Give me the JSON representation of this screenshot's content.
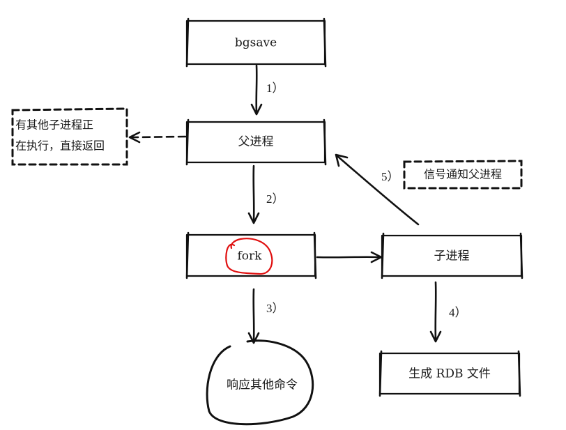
{
  "nodes": {
    "bgsave": "bgsave",
    "parent_process": "父进程",
    "fork": "fork",
    "child_process": "子进程",
    "generate_rdb": "生成 RDB 文件",
    "respond_other_commands": "响应其他命令"
  },
  "notes": {
    "other_child_running_line1": "有其他子进程正",
    "other_child_running_line2": "在执行，直接返回",
    "signal_parent": "信号通知父进程"
  },
  "steps": {
    "step1": "1）",
    "step2": "2）",
    "step3": "3）",
    "step4": "4）",
    "step5": "5）"
  },
  "colors": {
    "ink": "#111111",
    "highlight": "#e01010"
  }
}
